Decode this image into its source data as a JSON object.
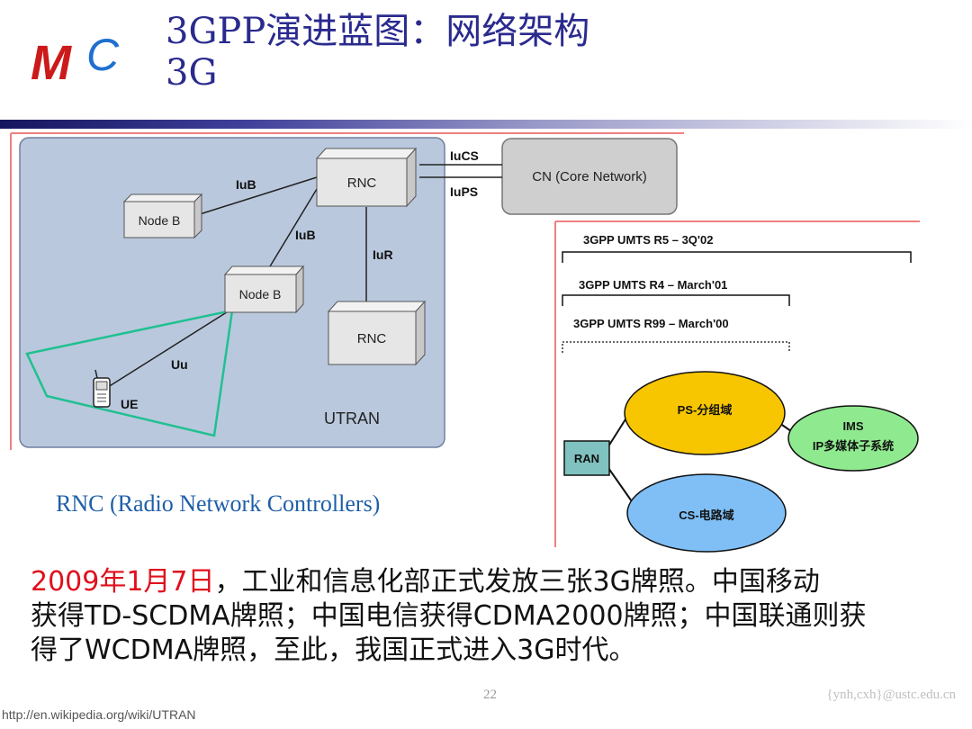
{
  "logo": {
    "text": "MC"
  },
  "slide": {
    "title_line1": "3GPP演进蓝图：网络架构",
    "title_line2": "3G"
  },
  "utran_diagram": {
    "rnc_top": "RNC",
    "rnc_bottom": "RNC",
    "node_b_left": "Node B",
    "node_b_mid": "Node B",
    "core_network": "CN (Core Network)",
    "iucs": "IuCS",
    "iups": "IuPS",
    "iub_upper": "IuB",
    "iub_lower": "IuB",
    "iur": "IuR",
    "uu": "Uu",
    "ue": "UE",
    "utran": "UTRAN"
  },
  "release_diagram": {
    "r5": "3GPP UMTS R5 – 3Q'02",
    "r4": "3GPP UMTS R4 – March'01",
    "r99": "3GPP UMTS R99 – March'00",
    "ps_domain": "PS-分组域",
    "cs_domain": "CS-电路域",
    "ran": "RAN",
    "ims": "IMS",
    "ims_sub": "IP多媒体子系统"
  },
  "caption": "RNC (Radio Network Controllers)",
  "body": {
    "date": "2009年1月7日",
    "line1_rest": "，工业和信息化部正式发放三张3G牌照。中国移动",
    "line2": "获得TD-SCDMA牌照；中国电信获得CDMA2000牌照；中国联通则获",
    "line3": "得了WCDMA牌照，至此，我国正式进入3G时代。"
  },
  "footer": {
    "page": "22",
    "email": "{ynh,cxh}@ustc.edu.cn",
    "source": "http://en.wikipedia.org/wiki/UTRAN"
  },
  "colors": {
    "title": "#2a2a8e",
    "highlight": "#e0101c",
    "caption": "#1f5fa8",
    "ps_fill": "#f7c600",
    "cs_fill": "#7fbff5",
    "ims_fill": "#8fea8f",
    "ran_fill": "#7fc2bf",
    "utran_panel": "#b9c8dd"
  }
}
